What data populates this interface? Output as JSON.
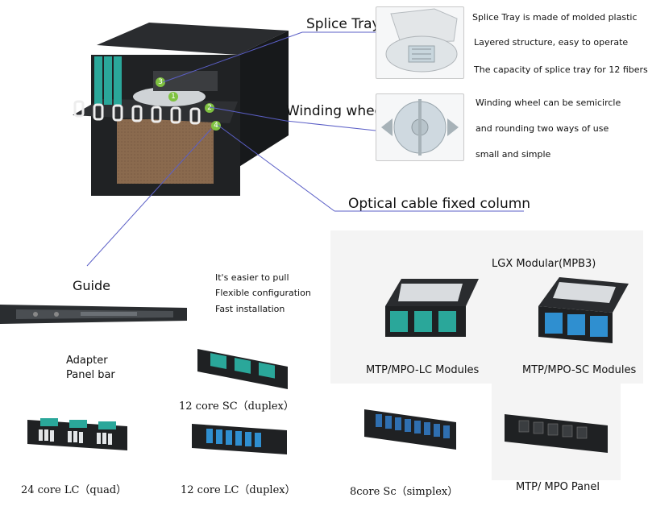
{
  "features": {
    "splice_tray": {
      "title": "Splice Tray",
      "desc": [
        "Splice Tray is made of molded plastic",
        "Layered structure, easy to operate",
        "The capacity of splice tray for 12 fibers"
      ]
    },
    "winding_wheel": {
      "title": "Winding wheel",
      "desc": [
        "Winding wheel can be semicircle",
        "and rounding two ways of use",
        "small and simple"
      ]
    },
    "cable_column": {
      "title": "Optical cable fixed column"
    },
    "guide": {
      "title": "Guide"
    },
    "adapter_bar": {
      "title": "Adapter Panel bar"
    },
    "pull_benefits": [
      "It's easier to pull",
      "Flexible configuration",
      "Fast installation"
    ]
  },
  "markers": [
    "1",
    "2",
    "3",
    "4"
  ],
  "lgx": {
    "title": "LGX Modular(MPB3)",
    "modules": [
      "MTP/MPO-LC Modules",
      "MTP/MPO-SC Modules"
    ]
  },
  "panels": {
    "sc12": "12 core SC（duplex）",
    "lc24": "24 core LC（quad）",
    "lc12": "12 core LC（duplex）",
    "sc8": "8core Sc（simplex）",
    "mtp": "MTP/ MPO Panel"
  },
  "colors": {
    "teal_adapter": "#2aa79a",
    "blue_adapter": "#2f8fd0",
    "chassis": "#1d1f21",
    "leader_line": "#5b5fc7"
  }
}
